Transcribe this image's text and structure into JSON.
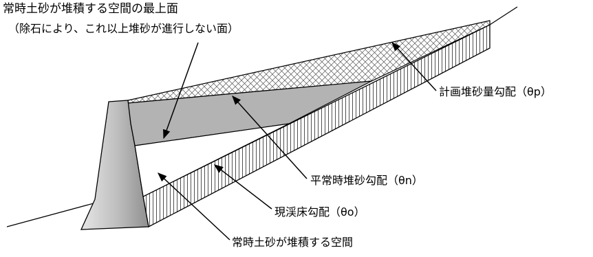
{
  "labels": {
    "max_surface_line1": "常時土砂が堆積する空間の最上面",
    "max_surface_line2": "（除石により、これ以上堆砂が進行しない面）",
    "planned_gradient": "計画堆砂量勾配（θp）",
    "normal_gradient": "平常時堆砂勾配（θn）",
    "bed_gradient": "現渓床勾配（θo）",
    "deposit_space": "常時土砂が堆積する空間"
  },
  "colors": {
    "line": "#000000",
    "dam_light": "#e6e6e6",
    "dam_dark": "#8f8f8f",
    "gray_zone": "#b3b3b3",
    "hatch": "#666666",
    "background": "#ffffff"
  }
}
